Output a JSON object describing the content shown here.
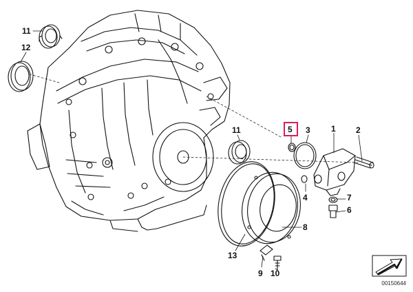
{
  "diagram": {
    "callouts": {
      "c1": "1",
      "c2": "2",
      "c3": "3",
      "c4": "4",
      "c5": "5",
      "c6": "6",
      "c7": "7",
      "c8": "8",
      "c9": "9",
      "c10": "10",
      "c11_top": "11",
      "c11_mid": "11",
      "c12": "12",
      "c13": "13"
    },
    "highlighted_part": "5",
    "diagram_id": "00150644"
  },
  "colors": {
    "highlight": "#d81b60",
    "line": "#111111",
    "background": "#ffffff"
  },
  "icons": [
    "direction-arrow-icon"
  ]
}
